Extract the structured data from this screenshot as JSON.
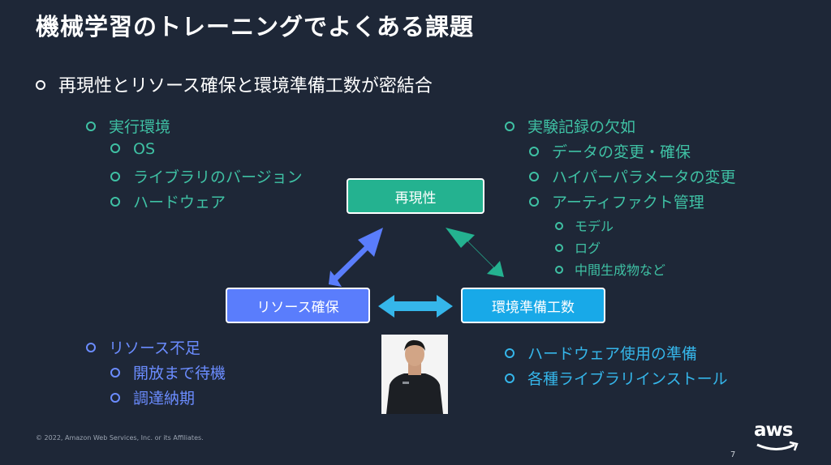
{
  "slide": {
    "title": "機械学習のトレーニングでよくある課題",
    "main_bullet": "再現性とリソース確保と環境準備工数が密結合",
    "left_top": [
      {
        "text": "実行環境",
        "level": 1
      },
      {
        "text": "OS",
        "level": 2
      },
      {
        "text": "ライブラリのバージョン",
        "level": 2
      },
      {
        "text": "ハードウェア",
        "level": 2
      }
    ],
    "right_top": [
      {
        "text": "実験記録の欠如",
        "level": 1
      },
      {
        "text": "データの変更・確保",
        "level": 2
      },
      {
        "text": "ハイパーパラメータの変更",
        "level": 2
      },
      {
        "text": "アーティファクト管理",
        "level": 2
      },
      {
        "text": "モデル",
        "level": 3
      },
      {
        "text": "ログ",
        "level": 3
      },
      {
        "text": "中間生成物など",
        "level": 3
      }
    ],
    "diagram": {
      "reproducibility": "再現性",
      "resource": "リソース確保",
      "environment": "環境準備工数"
    },
    "left_bottom": [
      {
        "text": "リソース不足",
        "level": 1
      },
      {
        "text": "開放まで待機",
        "level": 2
      },
      {
        "text": "調達納期",
        "level": 2
      }
    ],
    "right_bottom": [
      {
        "text": "ハードウェア使用の準備",
        "level": 1
      },
      {
        "text": "各種ライブラリインストール",
        "level": 1
      }
    ],
    "copyright": "© 2022, Amazon Web Services, Inc. or its Affiliates.",
    "page_number": "7",
    "logo": "aws"
  },
  "colors": {
    "background": "#1e2737",
    "teal": "#3fc1a4",
    "blue": "#6b8cff",
    "cyan": "#35b6ea",
    "repro_box": "#24b290",
    "resource_box": "#5a7dfc",
    "env_box": "#18a9e8",
    "aws_orange": "#ff9900"
  }
}
